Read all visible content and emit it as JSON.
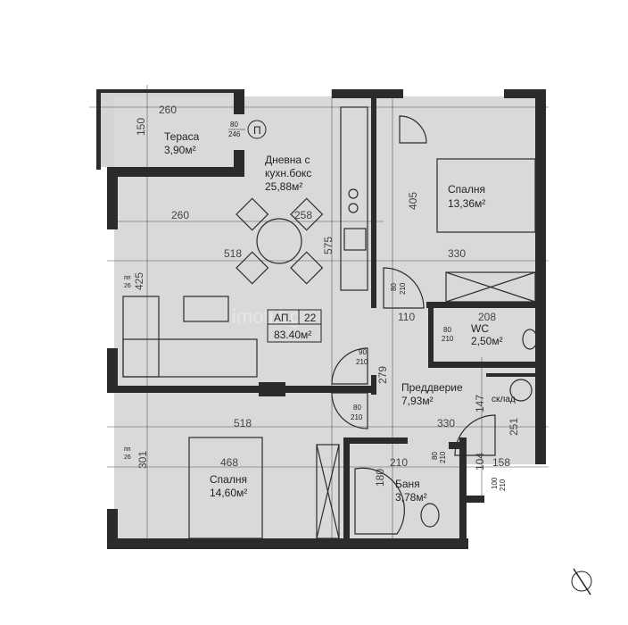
{
  "rooms": {
    "terrace": {
      "name": "Тераса",
      "area": "3,90м²"
    },
    "living": {
      "name_line1": "Дневна с",
      "name_line2": "кухн.бокс",
      "area": "25,88м²"
    },
    "bedroom1": {
      "name": "Спалня",
      "area": "13,36м²"
    },
    "wc": {
      "name": "WC",
      "area": "2,50м²"
    },
    "hall": {
      "name": "Преддверие",
      "area": "7,93м²"
    },
    "storage": {
      "name": "склад"
    },
    "bedroom2": {
      "name": "Спалня",
      "area": "14,60м²"
    },
    "bath": {
      "name": "Баня",
      "area": "3,78м²"
    }
  },
  "apartment": {
    "label": "АП.",
    "number": "22",
    "area": "83.40м²"
  },
  "dimensions": [
    "260",
    "150",
    "260",
    "518",
    "258",
    "575",
    "405",
    "330",
    "425",
    "110",
    "208",
    "279",
    "330",
    "147",
    "251",
    "518",
    "468",
    "301",
    "210",
    "180",
    "104",
    "158"
  ],
  "doors": [
    {
      "w": "80",
      "h": "246"
    },
    {
      "w": "80",
      "h": "210"
    },
    {
      "w": "80",
      "h": "210"
    },
    {
      "w": "90",
      "h": "210"
    },
    {
      "w": "80",
      "h": "210"
    },
    {
      "w": "80",
      "h": "210"
    },
    {
      "w": "100",
      "h": "210"
    }
  ],
  "sill": {
    "a": "пп",
    "b": "26"
  },
  "terrace_marker": "П",
  "watermark": "imoti.bg"
}
